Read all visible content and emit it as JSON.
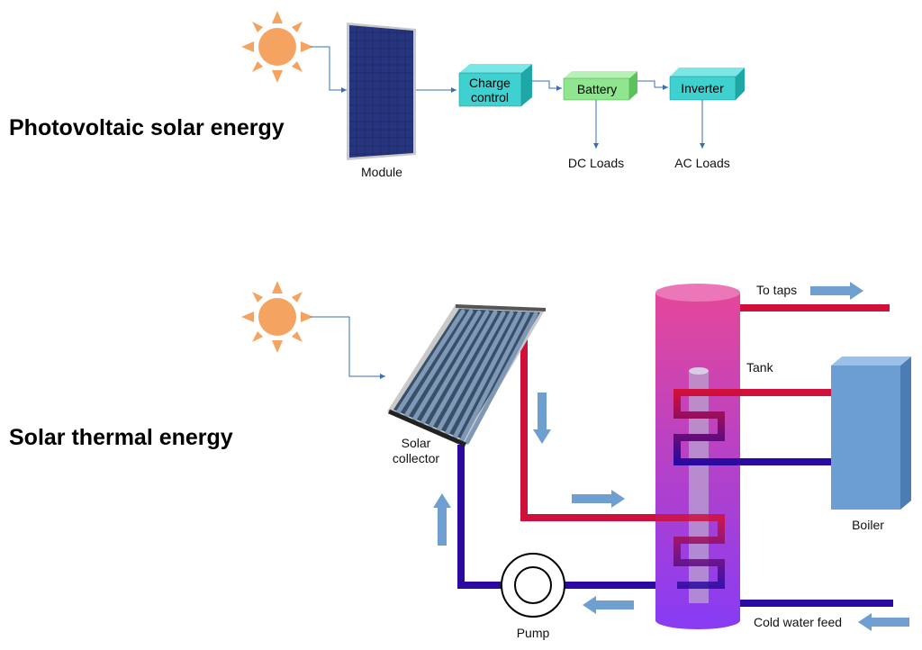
{
  "pv": {
    "heading": "Photovoltaic solar energy",
    "module_label": "Module",
    "charge_control_line1": "Charge",
    "charge_control_line2": "control",
    "battery_label": "Battery",
    "inverter_label": "Inverter",
    "dc_loads_label": "DC Loads",
    "ac_loads_label": "AC Loads"
  },
  "thermal": {
    "heading": "Solar thermal energy",
    "collector_line1": "Solar",
    "collector_line2": "collector",
    "pump_label": "Pump",
    "tank_label": "Tank",
    "to_taps_label": "To taps",
    "boiler_label": "Boiler",
    "cold_feed_label": "Cold water feed"
  },
  "colors": {
    "sun": "#f4a460",
    "charge_box": "#3fd0d0",
    "battery_box": "#8fe68f",
    "inverter_box": "#3fd0d0",
    "hot_pipe": "#d0103a",
    "cold_pipe": "#2a0aa0",
    "flow_arrow": "#6f9fd0",
    "boiler": "#6d9ed3",
    "tank_top": "#e8509a",
    "tank_bottom": "#8a3cf0"
  }
}
